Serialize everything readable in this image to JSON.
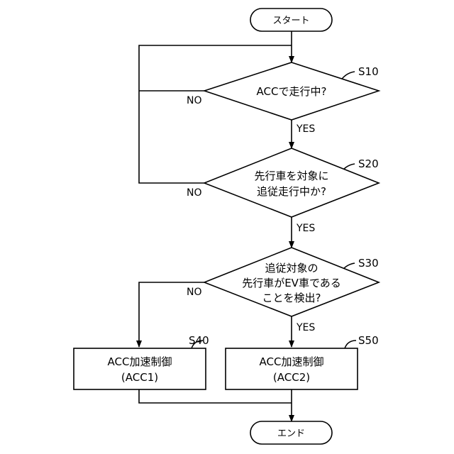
{
  "start": {
    "label": "スタート"
  },
  "end": {
    "label": "エンド"
  },
  "decisions": [
    {
      "step": "S10",
      "lines": [
        "ACCで走行中?"
      ],
      "yes": "YES",
      "no": "NO"
    },
    {
      "step": "S20",
      "lines": [
        "先行車を対象に",
        "追従走行中か?"
      ],
      "yes": "YES",
      "no": "NO"
    },
    {
      "step": "S30",
      "lines": [
        "追従対象の",
        "先行車がEV車である",
        "ことを検出?"
      ],
      "yes": "YES",
      "no": "NO"
    }
  ],
  "processes": [
    {
      "step": "S40",
      "lines": [
        "ACC加速制御",
        "(ACC1)"
      ]
    },
    {
      "step": "S50",
      "lines": [
        "ACC加速制御",
        "(ACC2)"
      ]
    }
  ]
}
